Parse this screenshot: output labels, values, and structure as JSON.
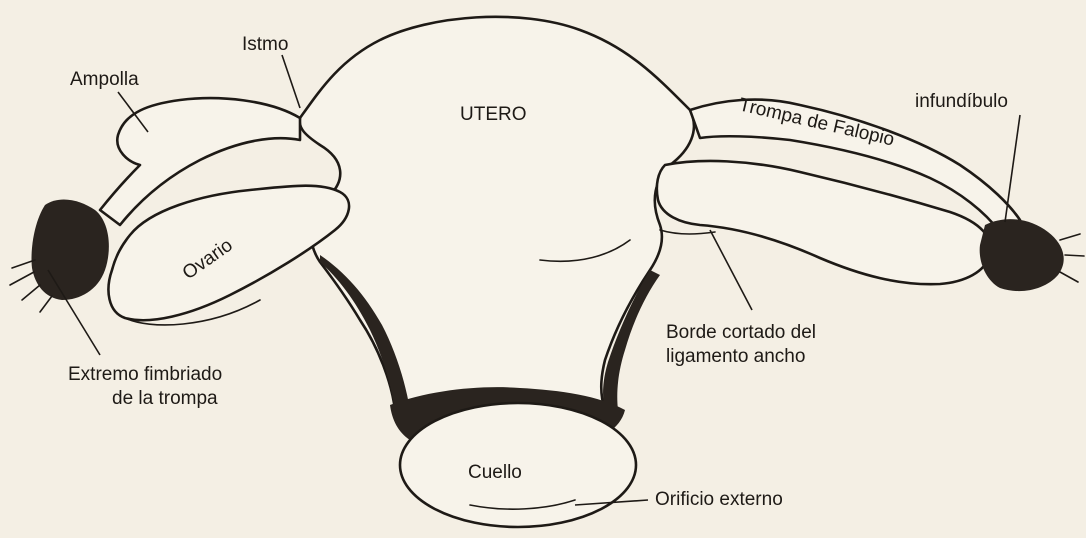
{
  "labels": {
    "istmo": "Istmo",
    "ampolla": "Ampolla",
    "utero": "UTERO",
    "trompa": "Trompa de Falopio",
    "infundibulo": "infundíbulo",
    "ovario": "Ovario",
    "borde_line1": "Borde cortado del",
    "borde_line2": "ligamento ancho",
    "extremo_line1": "Extremo fimbriado",
    "extremo_line2": "de la trompa",
    "cuello": "Cuello",
    "orificio": "Orificio externo"
  },
  "colors": {
    "paper": "#f4efe4",
    "ink": "#1e1a16"
  }
}
